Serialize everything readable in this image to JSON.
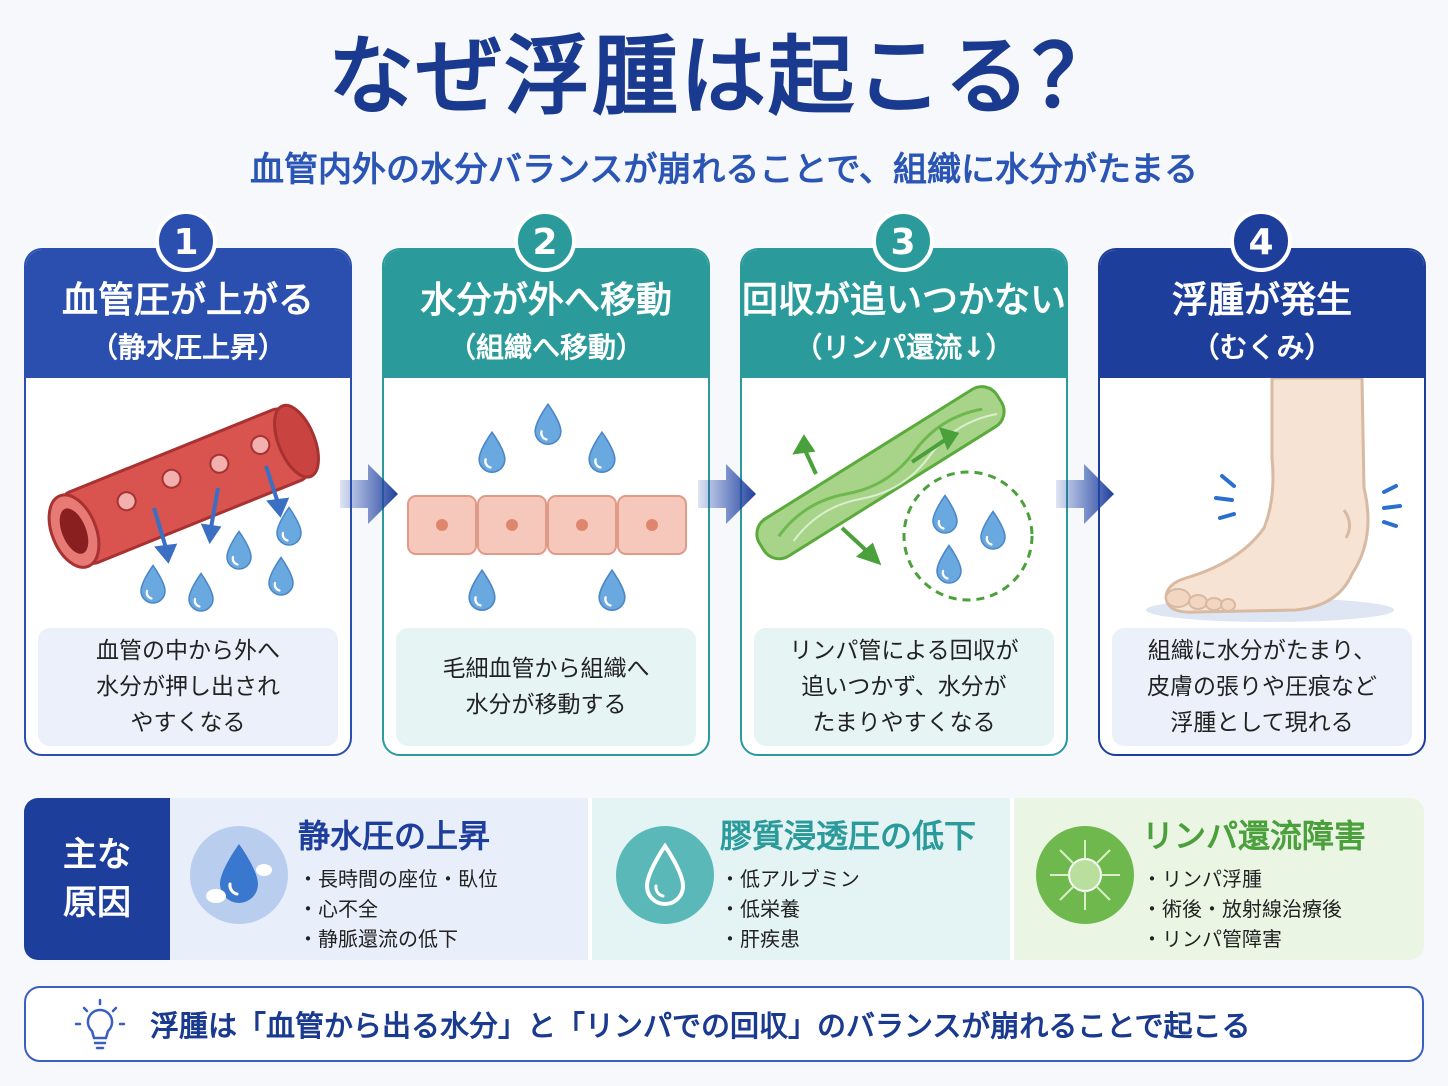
{
  "title": "なぜ浮腫は起こる？",
  "subtitle": "血管内外の水分バランスが崩れることで、組織に水分がたまる",
  "colors": {
    "navy": "#1e3e9c",
    "blue": "#2a4fae",
    "teal": "#2a9a9a",
    "green": "#5aaa3c"
  },
  "steps": [
    {
      "number": "1",
      "title": "血管圧が上がる",
      "subtitle": "（静水圧上昇）",
      "description": "血管の中から外へ\n水分が押し出され\nやすくなる",
      "icon": "blood-vessel-leak-icon"
    },
    {
      "number": "2",
      "title": "水分が外へ移動",
      "subtitle": "（組織へ移動）",
      "description": "毛細血管から組織へ\n水分が移動する",
      "icon": "tissue-cells-water-icon"
    },
    {
      "number": "3",
      "title": "回収が追いつかない",
      "subtitle": "（リンパ還流↓）",
      "description": "リンパ管による回収が\n追いつかず、水分が\nたまりやすくなる",
      "icon": "lymph-vessel-icon"
    },
    {
      "number": "4",
      "title": "浮腫が発生",
      "subtitle": "（むくみ）",
      "description": "組織に水分がたまり、\n皮膚の張りや圧痕など\n浮腫として現れる",
      "icon": "swollen-foot-icon"
    }
  ],
  "causes": {
    "label_line1": "主な",
    "label_line2": "原因",
    "items": [
      {
        "title": "静水圧の上昇",
        "points": [
          "・長時間の座位・臥位",
          "・心不全",
          "・静脈還流の低下"
        ],
        "icon": "water-drop-icon"
      },
      {
        "title": "膠質浸透圧の低下",
        "points": [
          "・低アルブミン",
          "・低栄養",
          "・肝疾患"
        ],
        "icon": "drop-outline-icon"
      },
      {
        "title": "リンパ還流障害",
        "points": [
          "・リンパ浮腫",
          "・術後・放射線治療後",
          "・リンパ管障害"
        ],
        "icon": "lymph-node-icon"
      }
    ]
  },
  "summary": "浮腫は「血管から出る水分」と「リンパでの回収」のバランスが崩れることで起こる"
}
